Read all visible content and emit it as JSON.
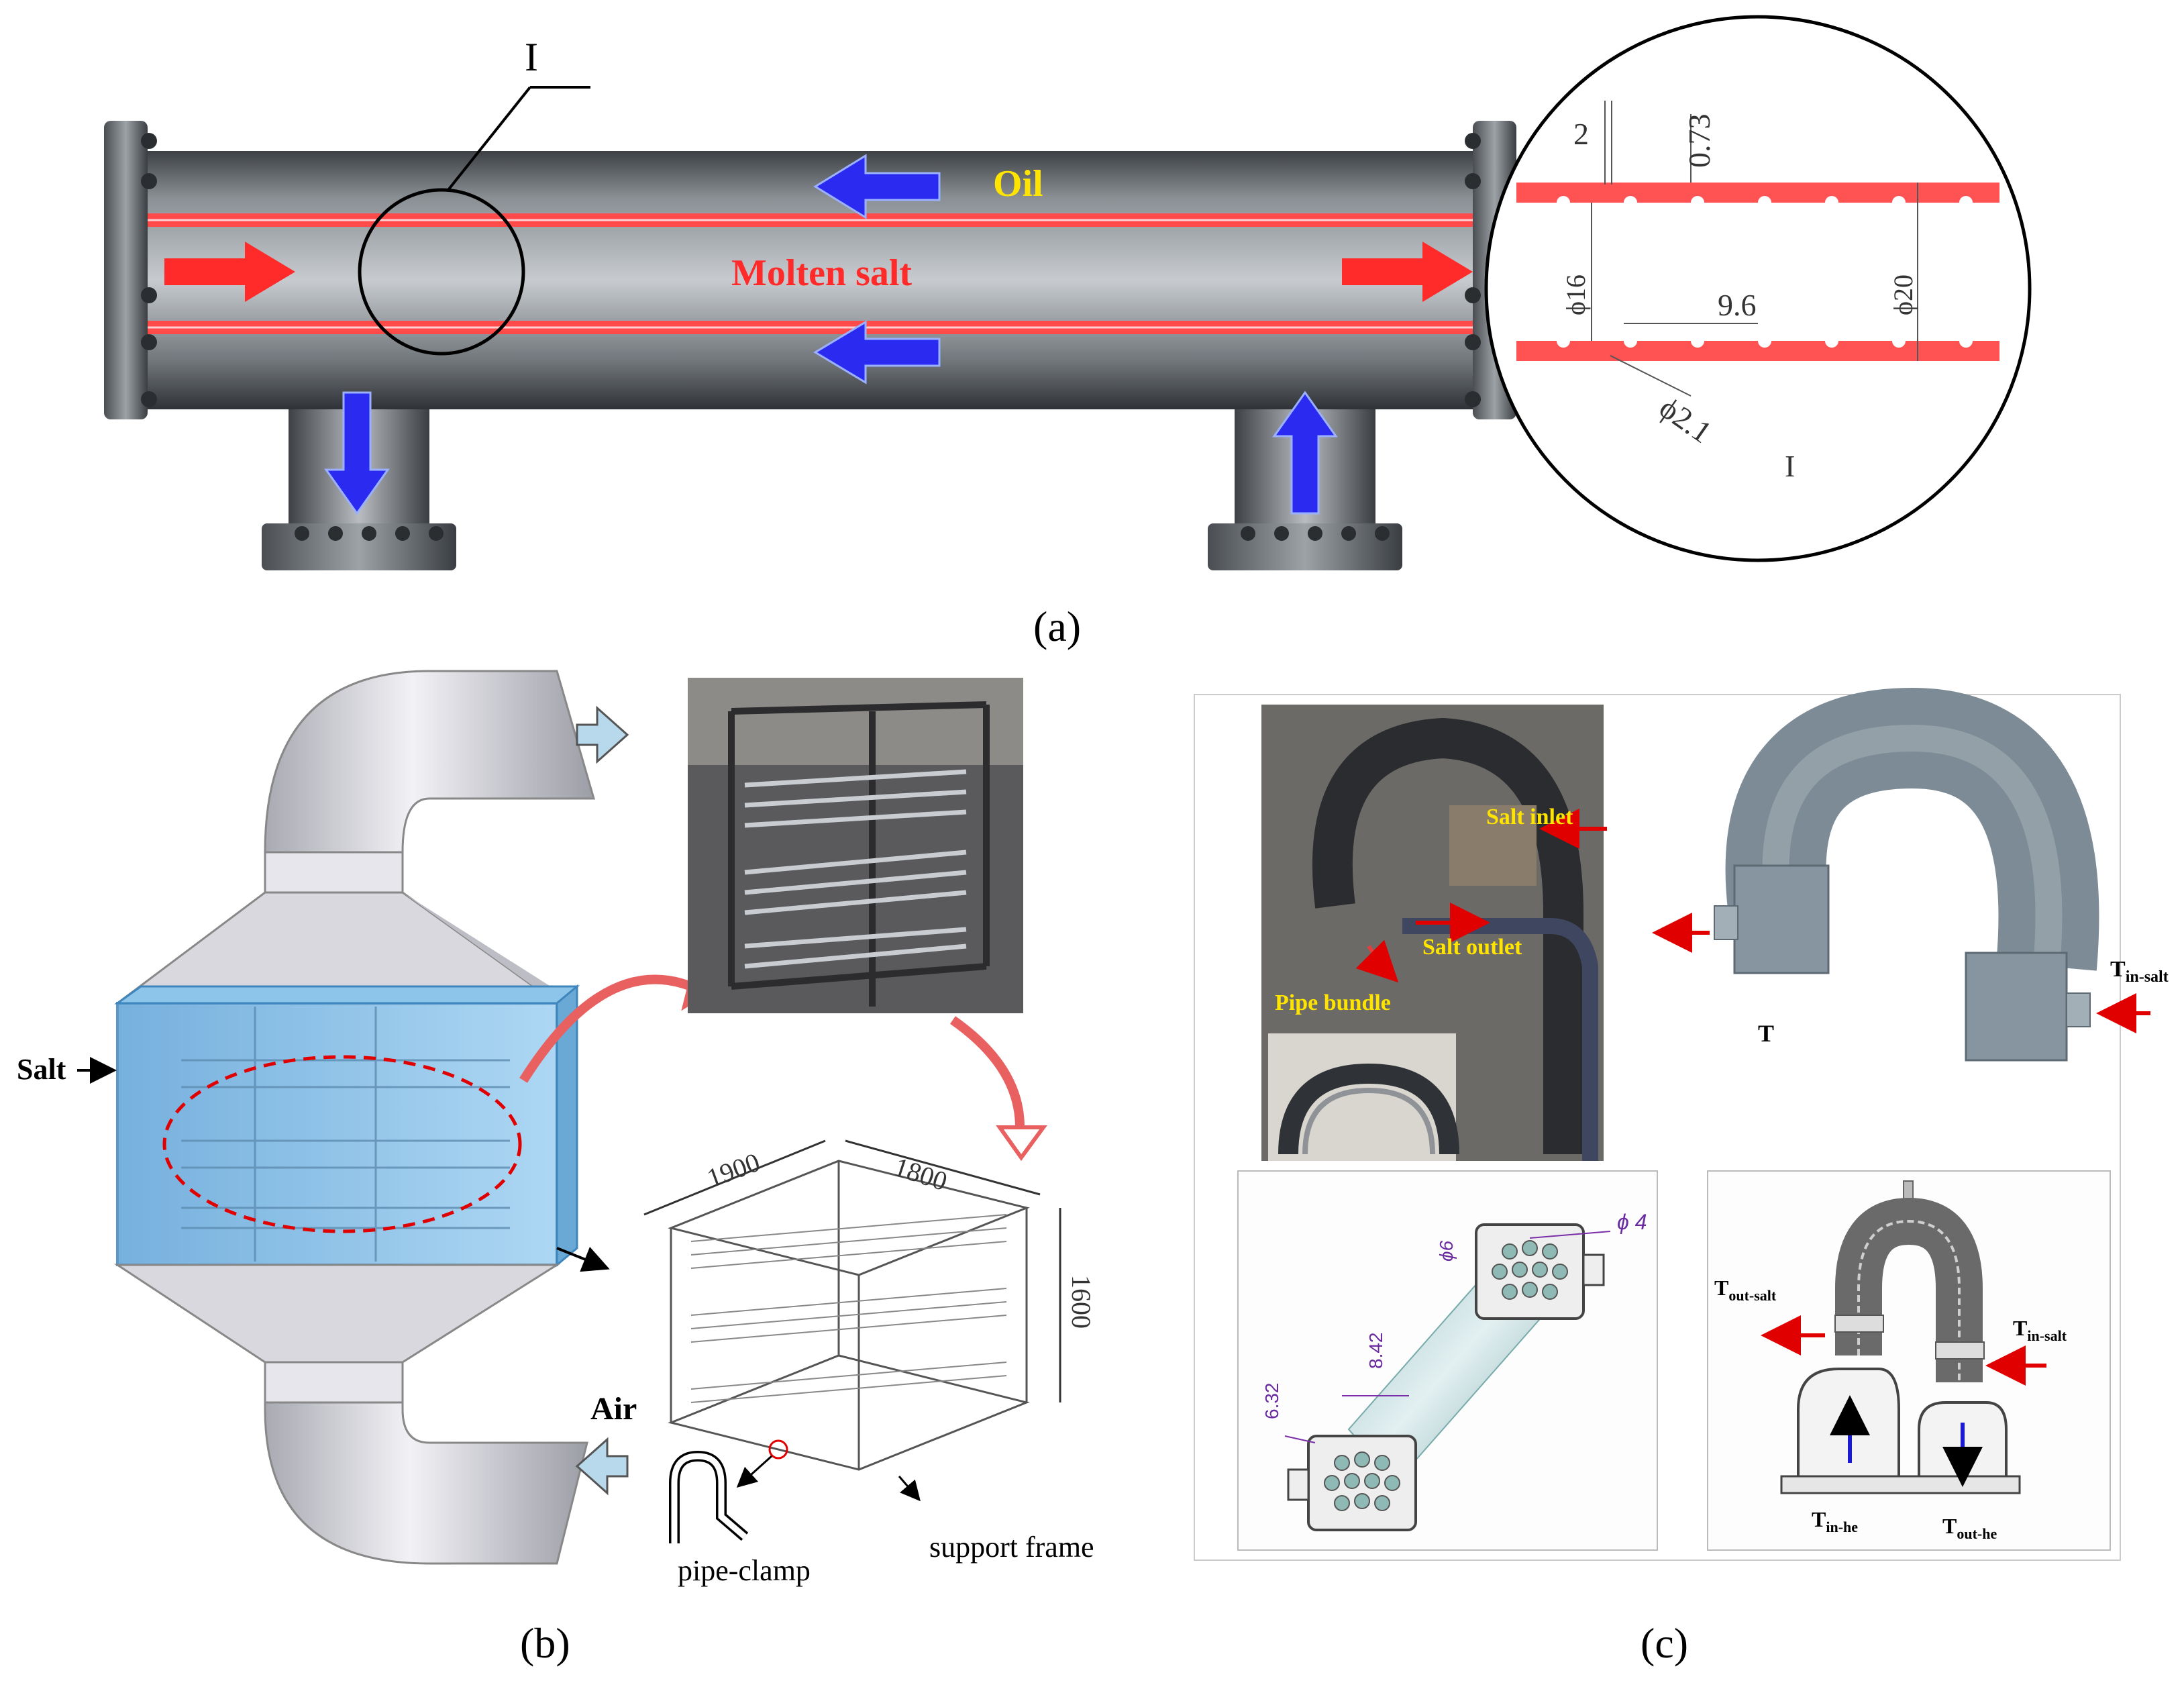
{
  "panel_a": {
    "caption": "(a)",
    "label_detail": "I",
    "label_oil": "Oil",
    "label_salt": "Molten salt",
    "detail": {
      "dim_pitch_groove": "2",
      "dim_depth": "0.73",
      "dim_inner": "ϕ16",
      "dim_outer": "ϕ20",
      "dim_pitch": "9.6",
      "dim_groove": "ϕ2.1",
      "label": "I"
    },
    "colors": {
      "shell": "#6e7378",
      "salt_pipe": "#ff4a4a",
      "oil_arrow": "#2a2af0",
      "salt_arrow": "#ff2a2a",
      "oil_text": "#ffe400"
    }
  },
  "panel_b": {
    "caption": "(b)",
    "label_salt": "Salt",
    "label_air": "Air",
    "dim_width": "1900",
    "dim_depth": "1800",
    "dim_height": "1600",
    "label_clamp": "pipe-clamp",
    "label_frame": "support frame"
  },
  "panel_c": {
    "caption": "(c)",
    "photo_salt_inlet": "Salt inlet",
    "photo_salt_outlet": "Salt outlet",
    "photo_pipe_bundle": "Pipe bundle",
    "model_t_in_salt": "T",
    "model_t_in_salt_sub": "in-salt",
    "model_t": "T",
    "dim_phi4": "ϕ 4",
    "dim_phi6": "ϕ6",
    "dim_842": "8.42",
    "dim_632": "6.32",
    "sec_t_out_salt": "T",
    "sec_t_out_salt_sub": "out-salt",
    "sec_t_in_salt": "T",
    "sec_t_in_salt_sub": "in-salt",
    "sec_t_in_he": "T",
    "sec_t_in_he_sub": "in-he",
    "sec_t_out_he": "T",
    "sec_t_out_he_sub": "out-he"
  }
}
